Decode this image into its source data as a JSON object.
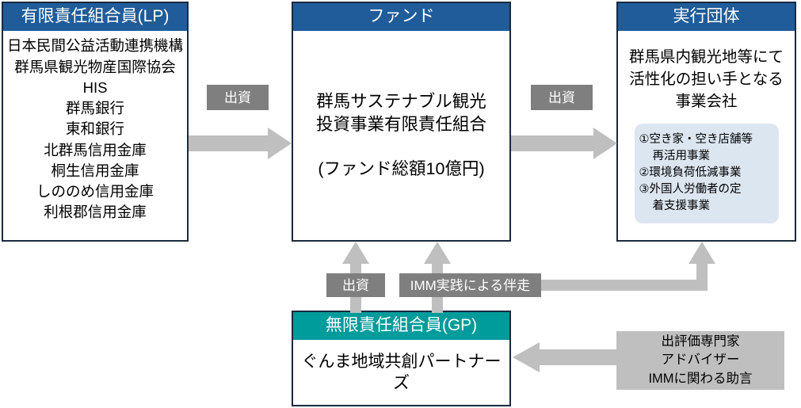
{
  "diagram": {
    "title_hidden": "",
    "colors": {
      "header_blue": "#1F5C99",
      "header_teal": "#009B9B",
      "box_border": "#1B2A3D",
      "arrow_gray": "#BFBFBF",
      "label_gray": "#7F7F7F",
      "sub_panel_blue": "#DCE6F1",
      "advisor_gray": "#BFBFBF"
    }
  },
  "lp": {
    "header": "有限責任組合員(LP)",
    "members": [
      "日本民間公益活動連携機構",
      "群馬県観光物産国際協会",
      "HIS",
      "群馬銀行",
      "東和銀行",
      "北群馬信用金庫",
      "桐生信用金庫",
      "しののめ信用金庫",
      "利根郡信用金庫"
    ]
  },
  "fund": {
    "header": "ファンド",
    "name_line1": "群馬サステナブル観光",
    "name_line2": "投資事業有限責任組合",
    "total": "(ファンド総額10億円)"
  },
  "executor": {
    "header": "実行団体",
    "description_line1": "群馬県内観光地等にて",
    "description_line2": "活性化の担い手となる",
    "description_line3": "事業会社",
    "projects": [
      {
        "text": "①空き家・空き店舗等",
        "indent": false
      },
      {
        "text": "再活用事業",
        "indent": true
      },
      {
        "text": "②環境負荷低減事業",
        "indent": false
      },
      {
        "text": "③外国人労働者の定",
        "indent": false
      },
      {
        "text": "着支援事業",
        "indent": true
      }
    ]
  },
  "gp": {
    "header": "無限責任組合員(GP)",
    "name": "ぐんま地域共創パートナーズ"
  },
  "advisor": {
    "line1": "出評価専門家",
    "line2": "アドバイザー",
    "line3": "IMMに関わる助言"
  },
  "arrow_labels": {
    "lp_to_fund": "出資",
    "fund_to_executor": "出資",
    "gp_to_fund": "出資",
    "gp_to_executor": "IMM実践による伴走"
  }
}
